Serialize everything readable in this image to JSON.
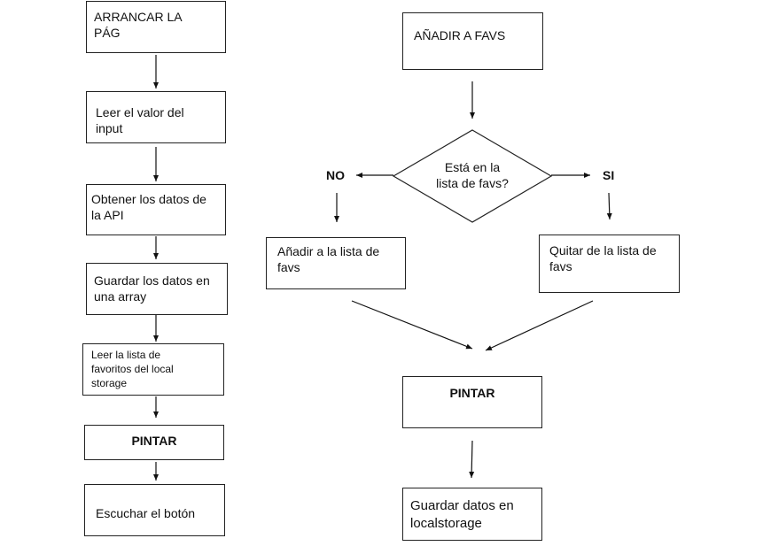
{
  "left_flow": {
    "step1": "ARRANCAR LA\nPÁG",
    "step2": "Leer el valor del\ninput",
    "step3": "Obtener los datos de\nla API",
    "step4": "Guardar los datos en\nuna array",
    "step5": "Leer la lista de\nfavoritos del local\nstorage",
    "step6": "PINTAR",
    "step7": "Escuchar el botón"
  },
  "right_flow": {
    "start": "AÑADIR A FAVS",
    "decision": "Está en la\nlista de favs?",
    "no_label": "NO",
    "yes_label": "SI",
    "add": "Añadir a la lista de\nfavs",
    "remove": "Quitar de la lista de\nfavs",
    "paint": "PINTAR",
    "save": "Guardar datos en\nlocalstorage"
  }
}
